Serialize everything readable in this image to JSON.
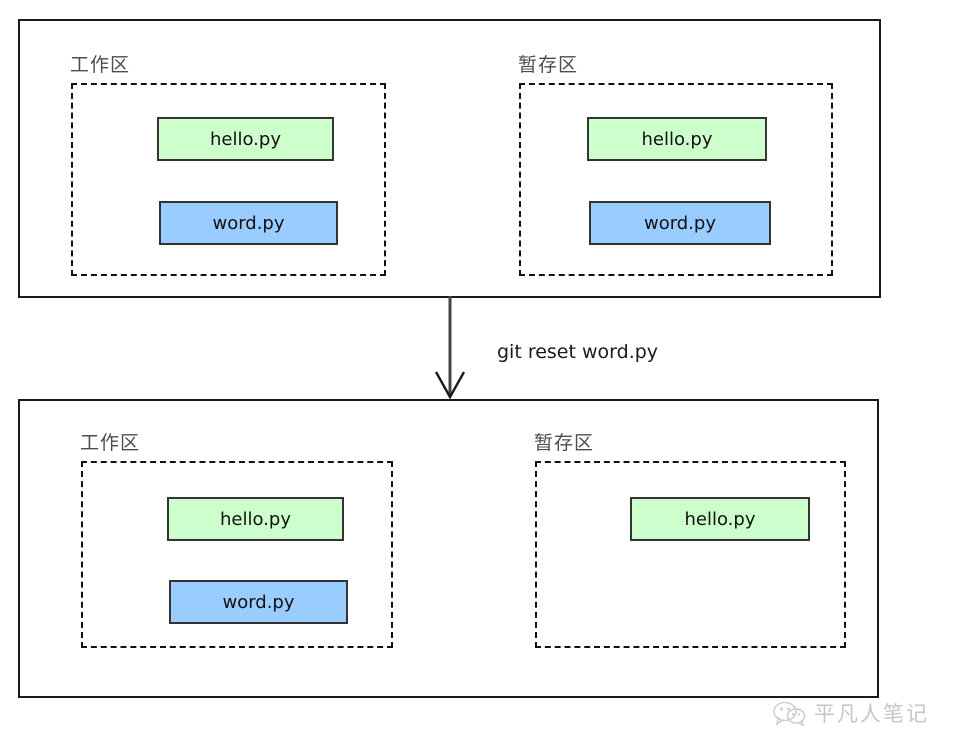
{
  "diagram": {
    "title": "git reset word.py",
    "colors": {
      "file_green": "#CCFFCC",
      "file_blue": "#99CCFF",
      "border": "#333333",
      "stage_border": "#1A1A1A",
      "zone_title": "#4D4D4D"
    },
    "transition": {
      "label": "git reset word.py",
      "arrow_icon": "down-arrow-icon",
      "direction": "down"
    },
    "states": [
      {
        "id": "before",
        "zones": [
          {
            "id": "before-workspace",
            "title": "工作区",
            "files": [
              {
                "name": "hello.py",
                "color": "green"
              },
              {
                "name": "word.py",
                "color": "blue"
              }
            ]
          },
          {
            "id": "before-staging",
            "title": "暂存区",
            "files": [
              {
                "name": "hello.py",
                "color": "green"
              },
              {
                "name": "word.py",
                "color": "blue"
              }
            ]
          }
        ]
      },
      {
        "id": "after",
        "zones": [
          {
            "id": "after-workspace",
            "title": "工作区",
            "files": [
              {
                "name": "hello.py",
                "color": "green"
              },
              {
                "name": "word.py",
                "color": "blue"
              }
            ]
          },
          {
            "id": "after-staging",
            "title": "暂存区",
            "files": [
              {
                "name": "hello.py",
                "color": "green"
              }
            ]
          }
        ]
      }
    ]
  },
  "watermark": {
    "icon": "wechat-icon",
    "text": "平凡人笔记"
  }
}
